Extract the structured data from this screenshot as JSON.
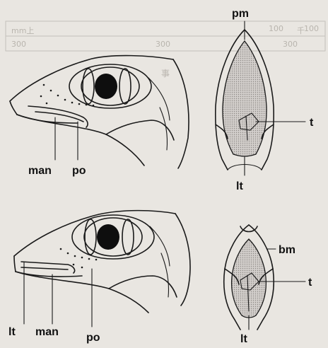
{
  "background": {
    "table_fragment": {
      "row1": [
        "mm上",
        "千"
      ],
      "row2": [
        "100",
        "100"
      ],
      "row3": [
        "300",
        "300",
        "300"
      ]
    },
    "caption_fragment": "事",
    "page_color": "#e9e6e1",
    "bleed_color": "#b9b5ae"
  },
  "figure": {
    "top_lateral_labels": [
      "man",
      "po"
    ],
    "top_ventral_labels": [
      "pm",
      "t",
      "lt"
    ],
    "bottom_lateral_labels": [
      "lt",
      "man",
      "po"
    ],
    "bottom_ventral_labels": [
      "bm",
      "t",
      "lt"
    ],
    "shade_color": "#c9c5c2",
    "ink_color": "#1a1a1a"
  }
}
